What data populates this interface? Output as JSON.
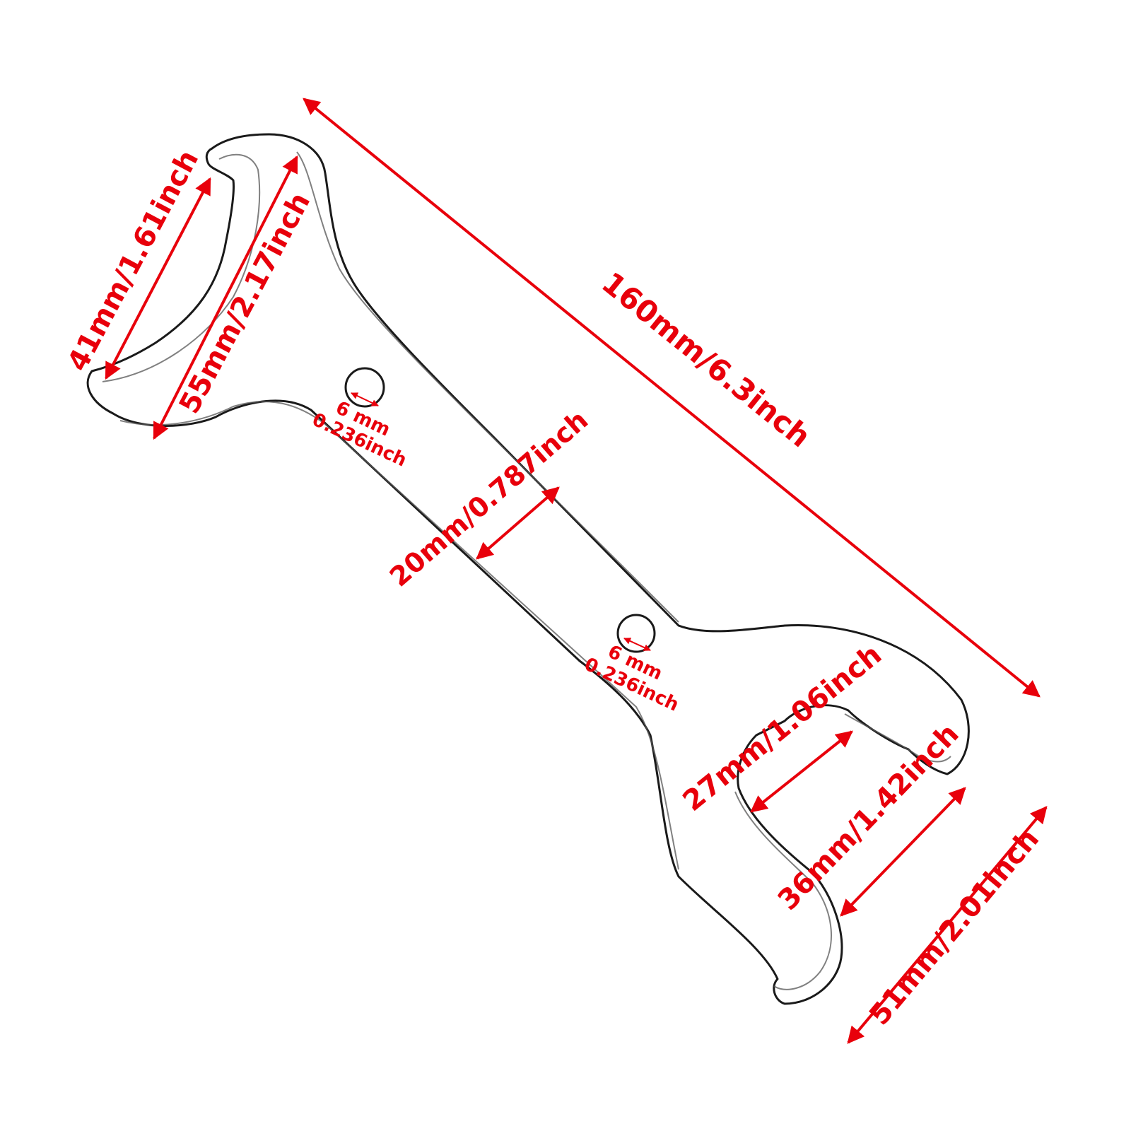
{
  "colors": {
    "dimension": "#e8000b",
    "outline": "#1a1a1a",
    "background": "#ffffff"
  },
  "dimensions": {
    "overall_length": "160mm/6.3inch",
    "top_jaw_inner": "41mm/1.61inch",
    "top_jaw_outer": "55mm/2.17inch",
    "handle_width": "20mm/0.787inch",
    "hole_1_mm": "6 mm",
    "hole_1_inch": "0.236inch",
    "hole_2_mm": "6 mm",
    "hole_2_inch": "0.236inch",
    "bottom_jaw_inner": "27mm/1.06inch",
    "bottom_jaw_mid": "36mm/1.42inch",
    "bottom_jaw_outer": "51mm/2.01inch"
  }
}
